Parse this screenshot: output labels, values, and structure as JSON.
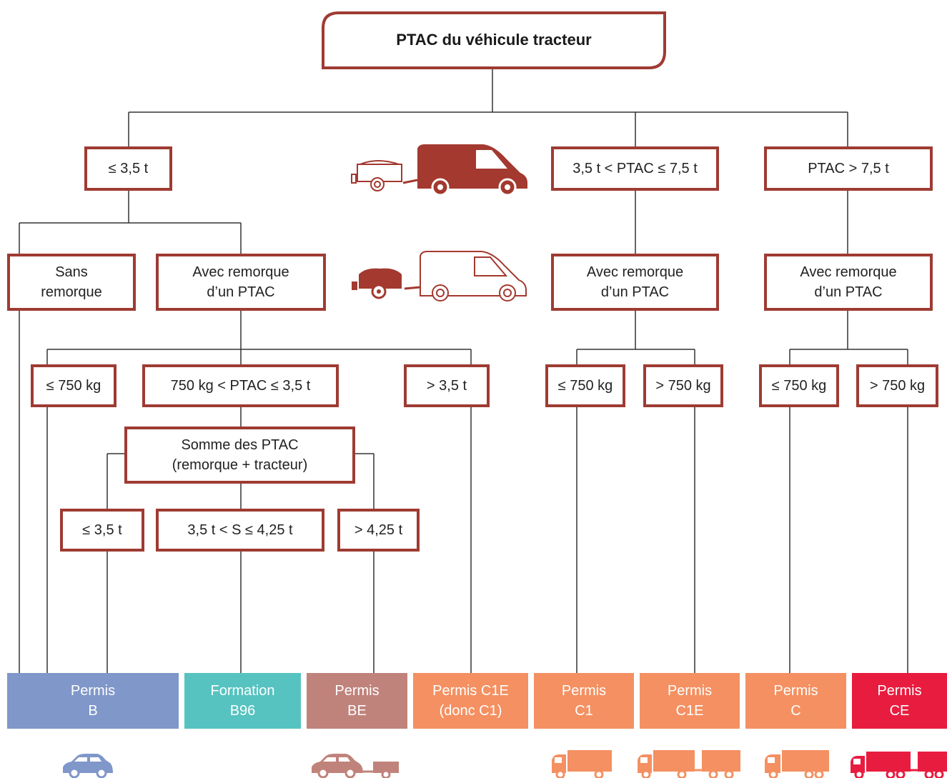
{
  "title": "PTAC du véhicule tracteur",
  "boxes": {
    "le35": "≤ 3,5 t",
    "mid": "3,5 t < PTAC ≤ 7,5 t",
    "gt75": "PTAC > 7,5 t",
    "sans_l1": "Sans",
    "sans_l2": "remorque",
    "avec_l1": "Avec remorque",
    "avec_l2": "d’un PTAC",
    "b_le750": "≤ 750 kg",
    "b_mid": "750 kg < PTAC ≤ 3,5 t",
    "b_gt35": "> 3,5 t",
    "somme_l1": "Somme des PTAC",
    "somme_l2": "(remorque + tracteur)",
    "s_le35": "≤ 3,5 t",
    "s_mid": "3,5 t < S ≤ 4,25 t",
    "s_gt425": "> 4,25 t",
    "c1_le750": "≤ 750 kg",
    "c1_gt750": "> 750 kg",
    "c_le750": "≤ 750 kg",
    "c_gt750": "> 750 kg"
  },
  "results": [
    {
      "line1": "Permis",
      "line2": "B",
      "color": "#7f97c9"
    },
    {
      "line1": "Formation",
      "line2": "B96",
      "color": "#56c3c0"
    },
    {
      "line1": "Permis",
      "line2": "BE",
      "color": "#c0837b"
    },
    {
      "line1": "Permis C1E",
      "line2": "(donc C1)",
      "color": "#f49061"
    },
    {
      "line1": "Permis",
      "line2": "C1",
      "color": "#f49061"
    },
    {
      "line1": "Permis",
      "line2": "C1E",
      "color": "#f49061"
    },
    {
      "line1": "Permis",
      "line2": "C",
      "color": "#f49061"
    },
    {
      "line1": "Permis",
      "line2": "CE",
      "color": "#e81c3f"
    }
  ],
  "icons": {
    "van_trailer_dark": "van-with-trailer",
    "van_trailer_outline": "van-outline-with-loaded-trailer",
    "car": "car",
    "car_trailer": "car-with-trailer",
    "truck_c1": "small-truck",
    "truck_c1e": "small-truck-with-trailer",
    "truck_c": "truck",
    "truck_ce": "truck-with-trailer"
  },
  "colors": {
    "border": "#9e3b33",
    "line": "#333333",
    "van_dark": "#a3392f",
    "car_blue": "#7f97c9",
    "car_brown": "#c0837b",
    "truck_orange": "#f49061",
    "truck_red": "#e81c3f"
  }
}
